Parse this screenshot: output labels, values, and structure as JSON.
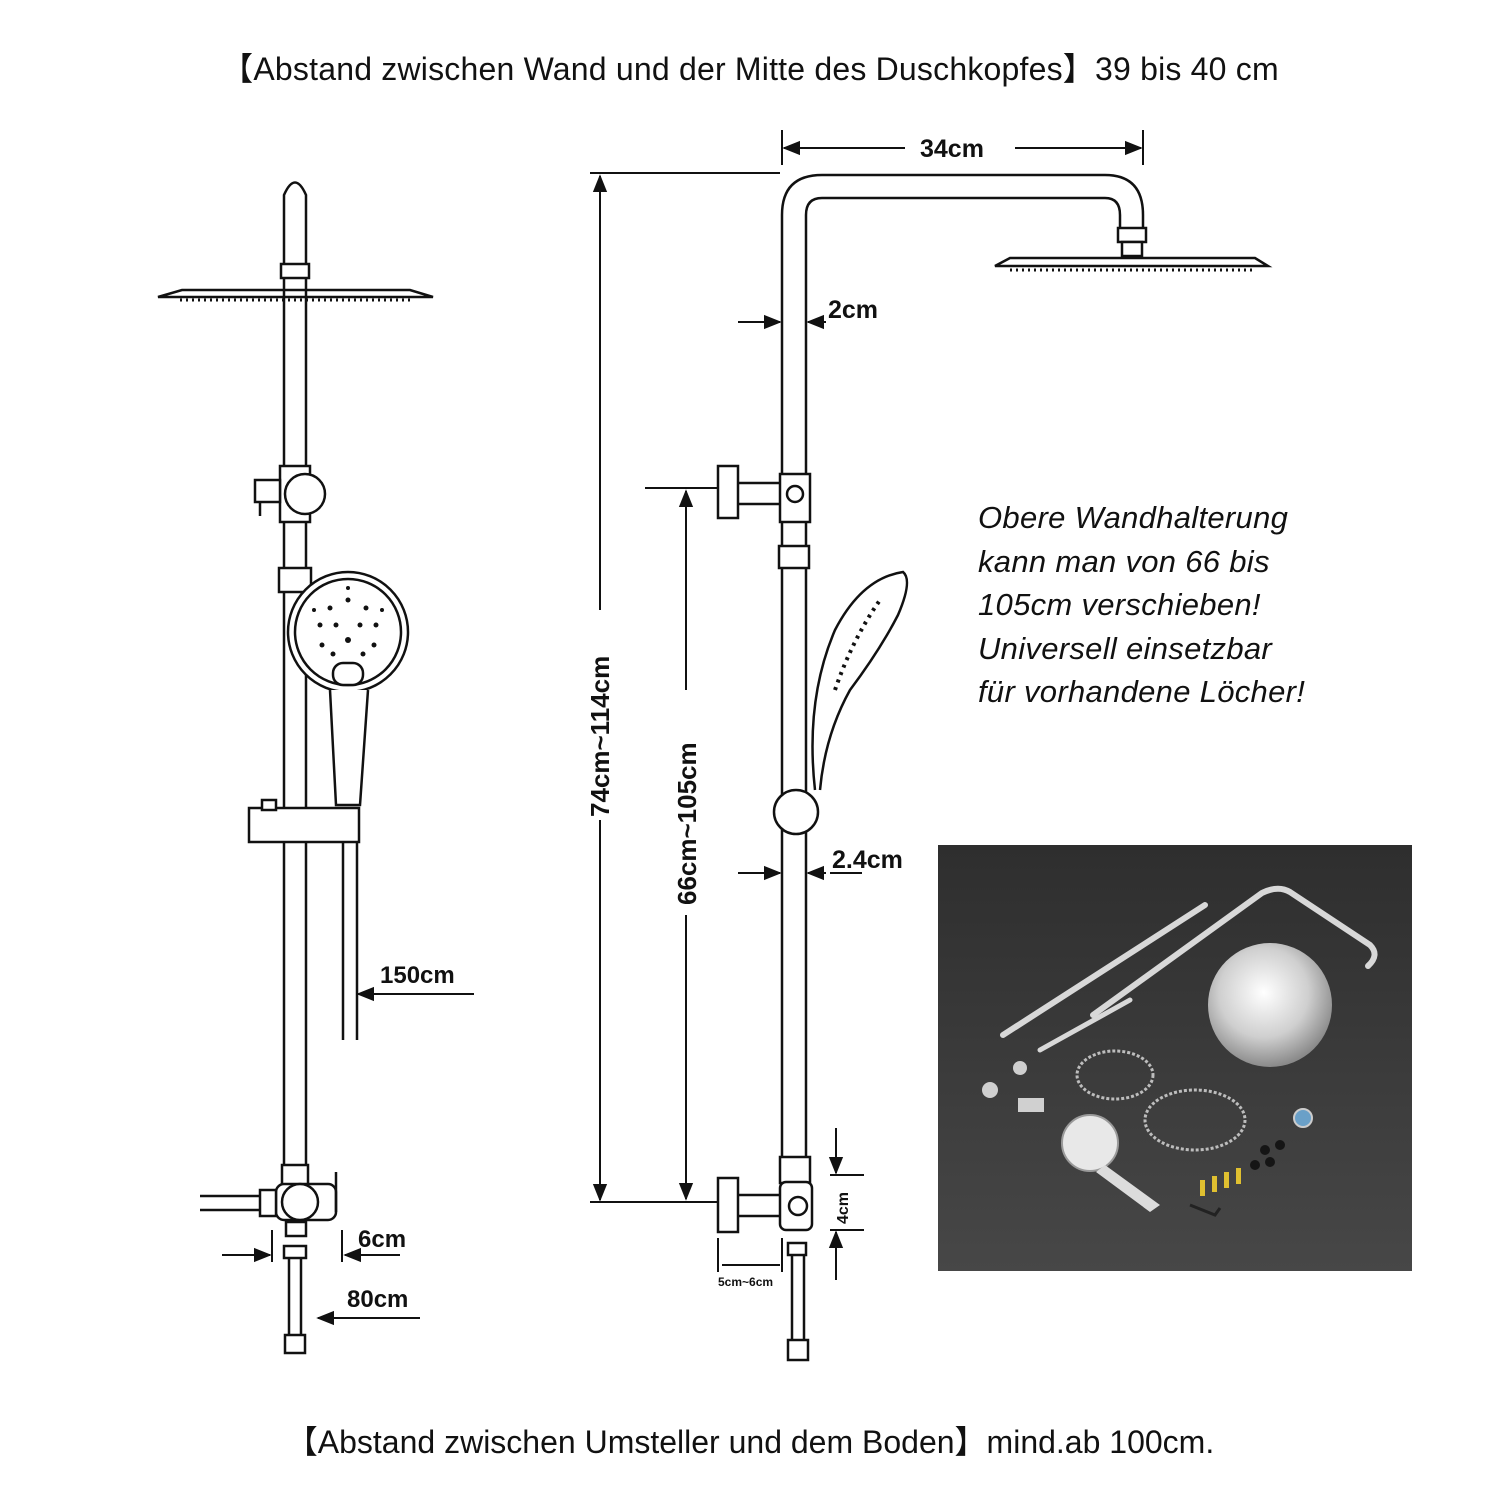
{
  "header": {
    "title": "【Abstand zwischen Wand und der Mitte des Duschkopfes】39 bis 40 cm"
  },
  "footer": {
    "title": "【Abstand zwischen Umsteller und dem Boden】mind.ab 100cm."
  },
  "dimensions": {
    "arm_length": "34cm",
    "pipe_upper": "2cm",
    "pipe_lower": "2.4cm",
    "total_height": "74cm~114cm",
    "bracket_range": "66cm~105cm",
    "hose_length": "150cm",
    "connector_hose": "80cm",
    "diverter_depth": "6cm",
    "diverter_height": "4cm",
    "wall_offset": "5cm~6cm"
  },
  "note": {
    "lines": [
      "Obere Wandhalterung",
      "kann man von 66 bis",
      "105cm verschieben!",
      "Universell einsetzbar",
      "für vorhandene Löcher!"
    ]
  },
  "colors": {
    "line": "#111111",
    "photo_bg": "#3a3a3a",
    "chrome": "#d8d8d8"
  }
}
